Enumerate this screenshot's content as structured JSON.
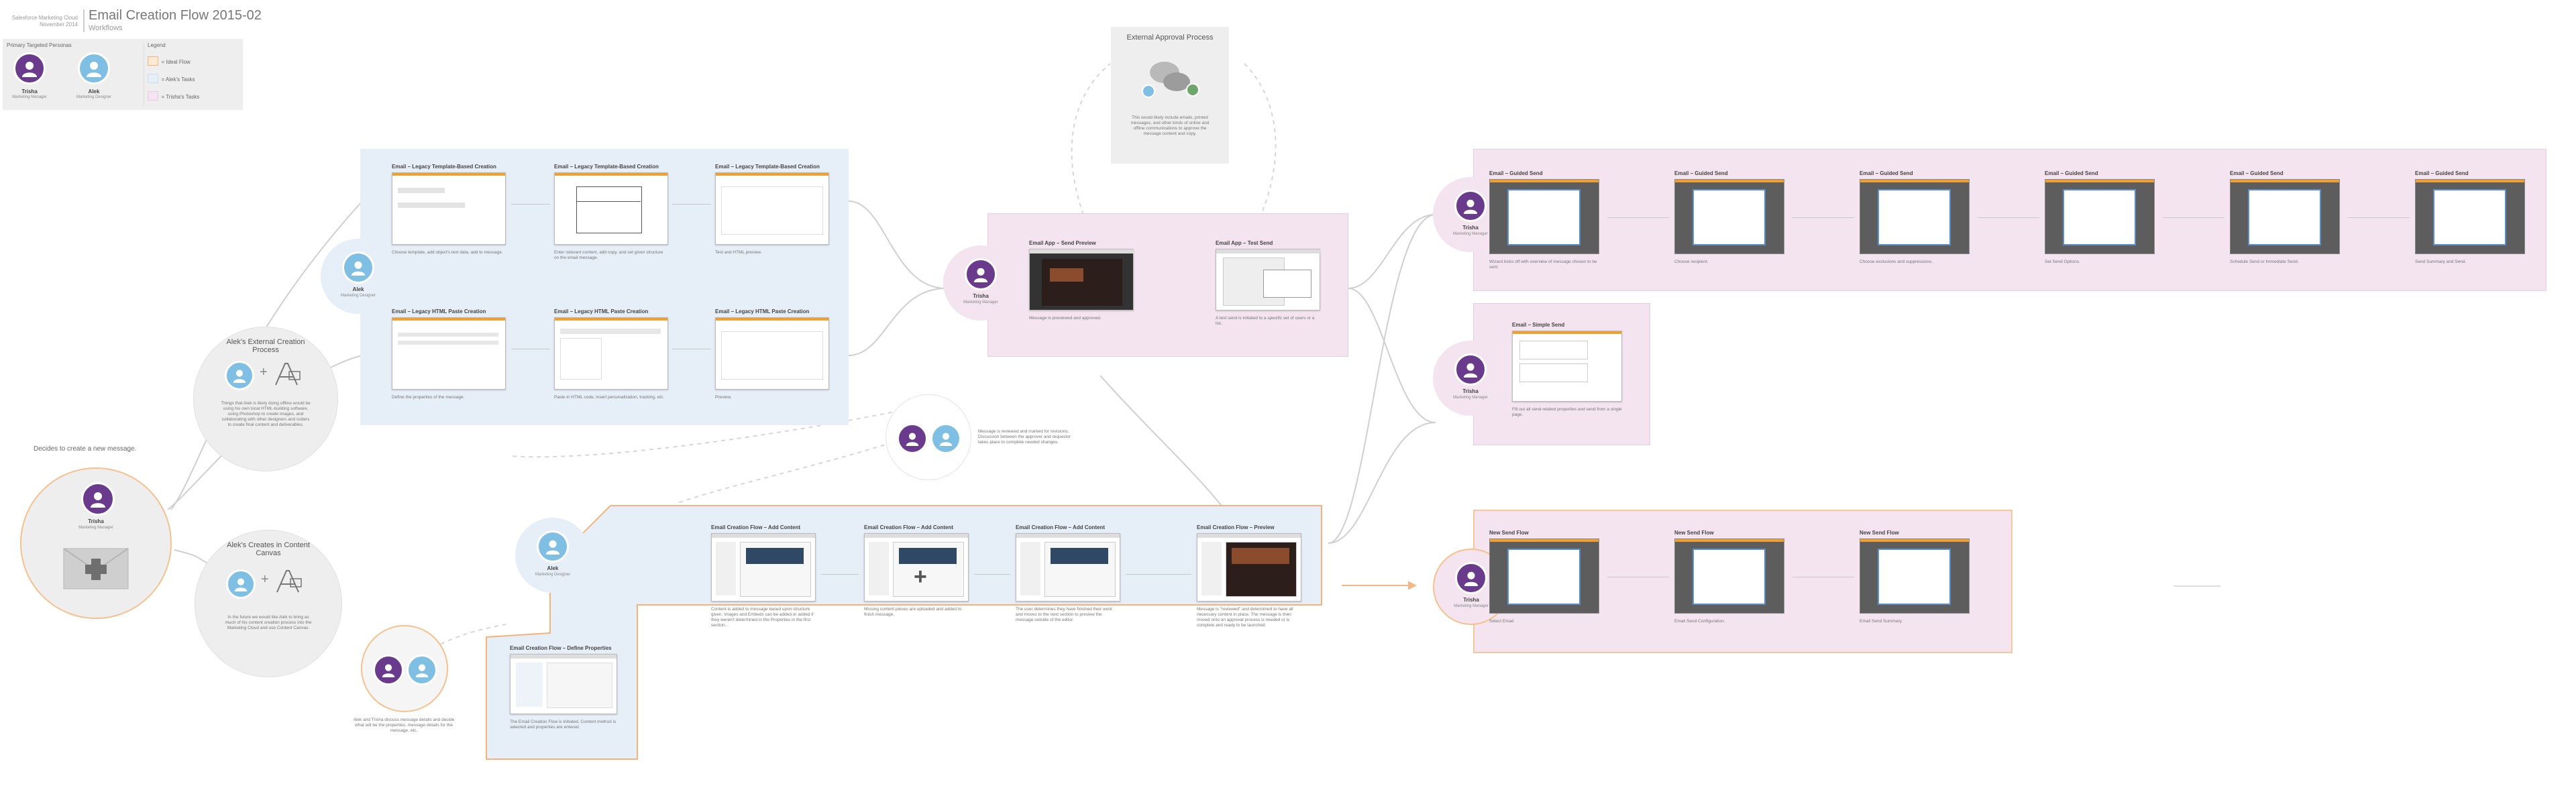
{
  "header": {
    "org": "Salesforce Marketing Cloud",
    "date": "November 2014",
    "title": "Email Creation Flow 2015-02",
    "subtitle": "Workflows"
  },
  "personas": {
    "heading": "Primary Targeted Personas",
    "trisha": {
      "name": "Trisha",
      "role": "Marketing Manager"
    },
    "alek": {
      "name": "Alek",
      "role": "Marketing Designer"
    }
  },
  "legend": {
    "heading": "Legend",
    "items": [
      {
        "label": "= Ideal Flow",
        "color": "#fde9d6",
        "border": "#f5b27a"
      },
      {
        "label": "= Alek's Tasks",
        "color": "#e6eef8",
        "border": "#cfdcec"
      },
      {
        "label": "= Trisha's Tasks",
        "color": "#f3e4ef",
        "border": "#e4cde0"
      }
    ]
  },
  "start": {
    "label": "Decides to create a new message.",
    "name": "Trisha",
    "role": "Marketing Manager"
  },
  "alek_external": {
    "title": "Alek's External Creation Process",
    "desc": "Things that Alek is likely doing offline would be using his own local HTML-building software, using Photoshop to create images, and collaborating with other designers and coders to create final content and deliverables."
  },
  "alek_canvas": {
    "title": "Alek's Creates in Content Canvas",
    "desc": "In the future we would like Alek to bring as much of his content creation process into the Marketing Cloud and use Content Canvas."
  },
  "blue_zone": {
    "alek": {
      "name": "Alek",
      "role": "Marketing Designer"
    },
    "row1": [
      {
        "title": "Email – Legacy Template-Based Creation",
        "desc": "Choose template, add object's text data, add to message."
      },
      {
        "title": "Email – Legacy Template-Based Creation",
        "desc": "Enter relevant content, add copy, and set given structure on the email message."
      },
      {
        "title": "Email – Legacy Template-Based Creation",
        "desc": "Test and HTML preview."
      }
    ],
    "row2": [
      {
        "title": "Email – Legacy HTML Paste Creation",
        "desc": "Define the properties of the message."
      },
      {
        "title": "Email – Legacy HTML Paste Creation",
        "desc": "Paste in HTML code, insert personalization, tracking, etc."
      },
      {
        "title": "Email – Legacy HTML Paste Creation",
        "desc": "Preview."
      }
    ]
  },
  "external_approval": {
    "title": "External Approval Process",
    "desc": "This would likely include emails, printed messages, and other kinds of online and offline communications to approve the message content and copy."
  },
  "email_app": {
    "preview": {
      "title": "Email App – Send Preview",
      "desc": "Message is previewed and approved."
    },
    "test": {
      "title": "Email App – Test Send",
      "desc": "A test send is initiated to a specific set of users or a list."
    },
    "trisha": {
      "name": "Trisha",
      "role": "Marketing Manager"
    }
  },
  "collab_note": "Message is reviewed and marked for revisions. Discussion between the approver and requestor takes place to complete needed changes.",
  "guided_send": {
    "trisha": {
      "name": "Trisha",
      "role": "Marketing Manager"
    },
    "cards": [
      {
        "title": "Email – Guided Send",
        "desc": "Wizard kicks off with overview of message chosen to be sent."
      },
      {
        "title": "Email – Guided Send",
        "desc": "Choose recipient."
      },
      {
        "title": "Email – Guided Send",
        "desc": "Choose exclusions and suppressions."
      },
      {
        "title": "Email – Guided Send",
        "desc": "Set Send Options."
      },
      {
        "title": "Email – Guided Send",
        "desc": "Schedule Send or Immediate Send."
      },
      {
        "title": "Email – Guided Send",
        "desc": "Send Summary and Send."
      }
    ]
  },
  "simple_send": {
    "trisha": {
      "name": "Trisha",
      "role": "Marketing Manager"
    },
    "title": "Email – Simple Send",
    "desc": "Fill out all send-related properties and send from a single page."
  },
  "content_flow": {
    "alek": {
      "name": "Alek",
      "role": "Marketing Designer"
    },
    "cards": [
      {
        "title": "Email Creation Flow – Add Content",
        "desc": "Content is added to message based upon structure given. Images and Embeds can be added or added if they weren't determined in the Properties in the first section."
      },
      {
        "title": "Email Creation Flow – Add Content",
        "desc": "Missing content pieces are uploaded and added to finish message."
      },
      {
        "title": "Email Creation Flow – Add Content",
        "desc": "The user determines they have finished their work and moves to the next section to preview the message outside of the editor."
      },
      {
        "title": "Email Creation Flow – Preview",
        "desc": "Message is \"reviewed\" and determined to have all necessary content in place. The message is then moved onto an approval process is needed or is complete and ready to be launched."
      }
    ],
    "define": {
      "title": "Email Creation Flow – Define Properties",
      "desc": "The Email Creation Flow is initiated. Content method is selected and properties are entered."
    },
    "collab_note": "Alek and Trisha discuss message details and decide what will be the properties, message details for the message, etc."
  },
  "new_send": {
    "trisha": {
      "name": "Trisha",
      "role": "Marketing Manager"
    },
    "cards": [
      {
        "title": "New Send Flow",
        "desc": "Select Email."
      },
      {
        "title": "New Send Flow",
        "desc": "Email Send Configuration."
      },
      {
        "title": "New Send Flow",
        "desc": "Email Send Summary."
      }
    ]
  }
}
